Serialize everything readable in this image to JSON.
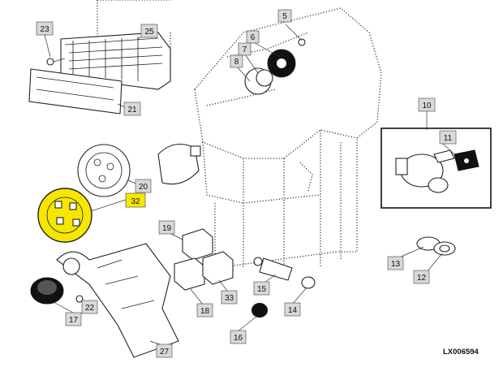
{
  "diagram": {
    "reference_code": "LX006594",
    "callouts": [
      {
        "id": "5",
        "label": "5"
      },
      {
        "id": "6",
        "label": "6"
      },
      {
        "id": "7",
        "label": "7"
      },
      {
        "id": "8",
        "label": "8"
      },
      {
        "id": "10",
        "label": "10"
      },
      {
        "id": "11",
        "label": "11"
      },
      {
        "id": "12",
        "label": "12"
      },
      {
        "id": "13",
        "label": "13"
      },
      {
        "id": "14",
        "label": "14"
      },
      {
        "id": "15",
        "label": "15"
      },
      {
        "id": "16",
        "label": "16"
      },
      {
        "id": "17",
        "label": "17"
      },
      {
        "id": "18",
        "label": "18"
      },
      {
        "id": "19",
        "label": "19"
      },
      {
        "id": "20",
        "label": "20"
      },
      {
        "id": "21",
        "label": "21"
      },
      {
        "id": "22",
        "label": "22"
      },
      {
        "id": "23",
        "label": "23"
      },
      {
        "id": "25",
        "label": "25"
      },
      {
        "id": "27",
        "label": "27"
      },
      {
        "id": "32",
        "label": "32"
      },
      {
        "id": "33",
        "label": "33"
      }
    ],
    "highlight": {
      "part": "32",
      "color": "#f7e600"
    },
    "callout_box_color": "#d9d9d9"
  }
}
